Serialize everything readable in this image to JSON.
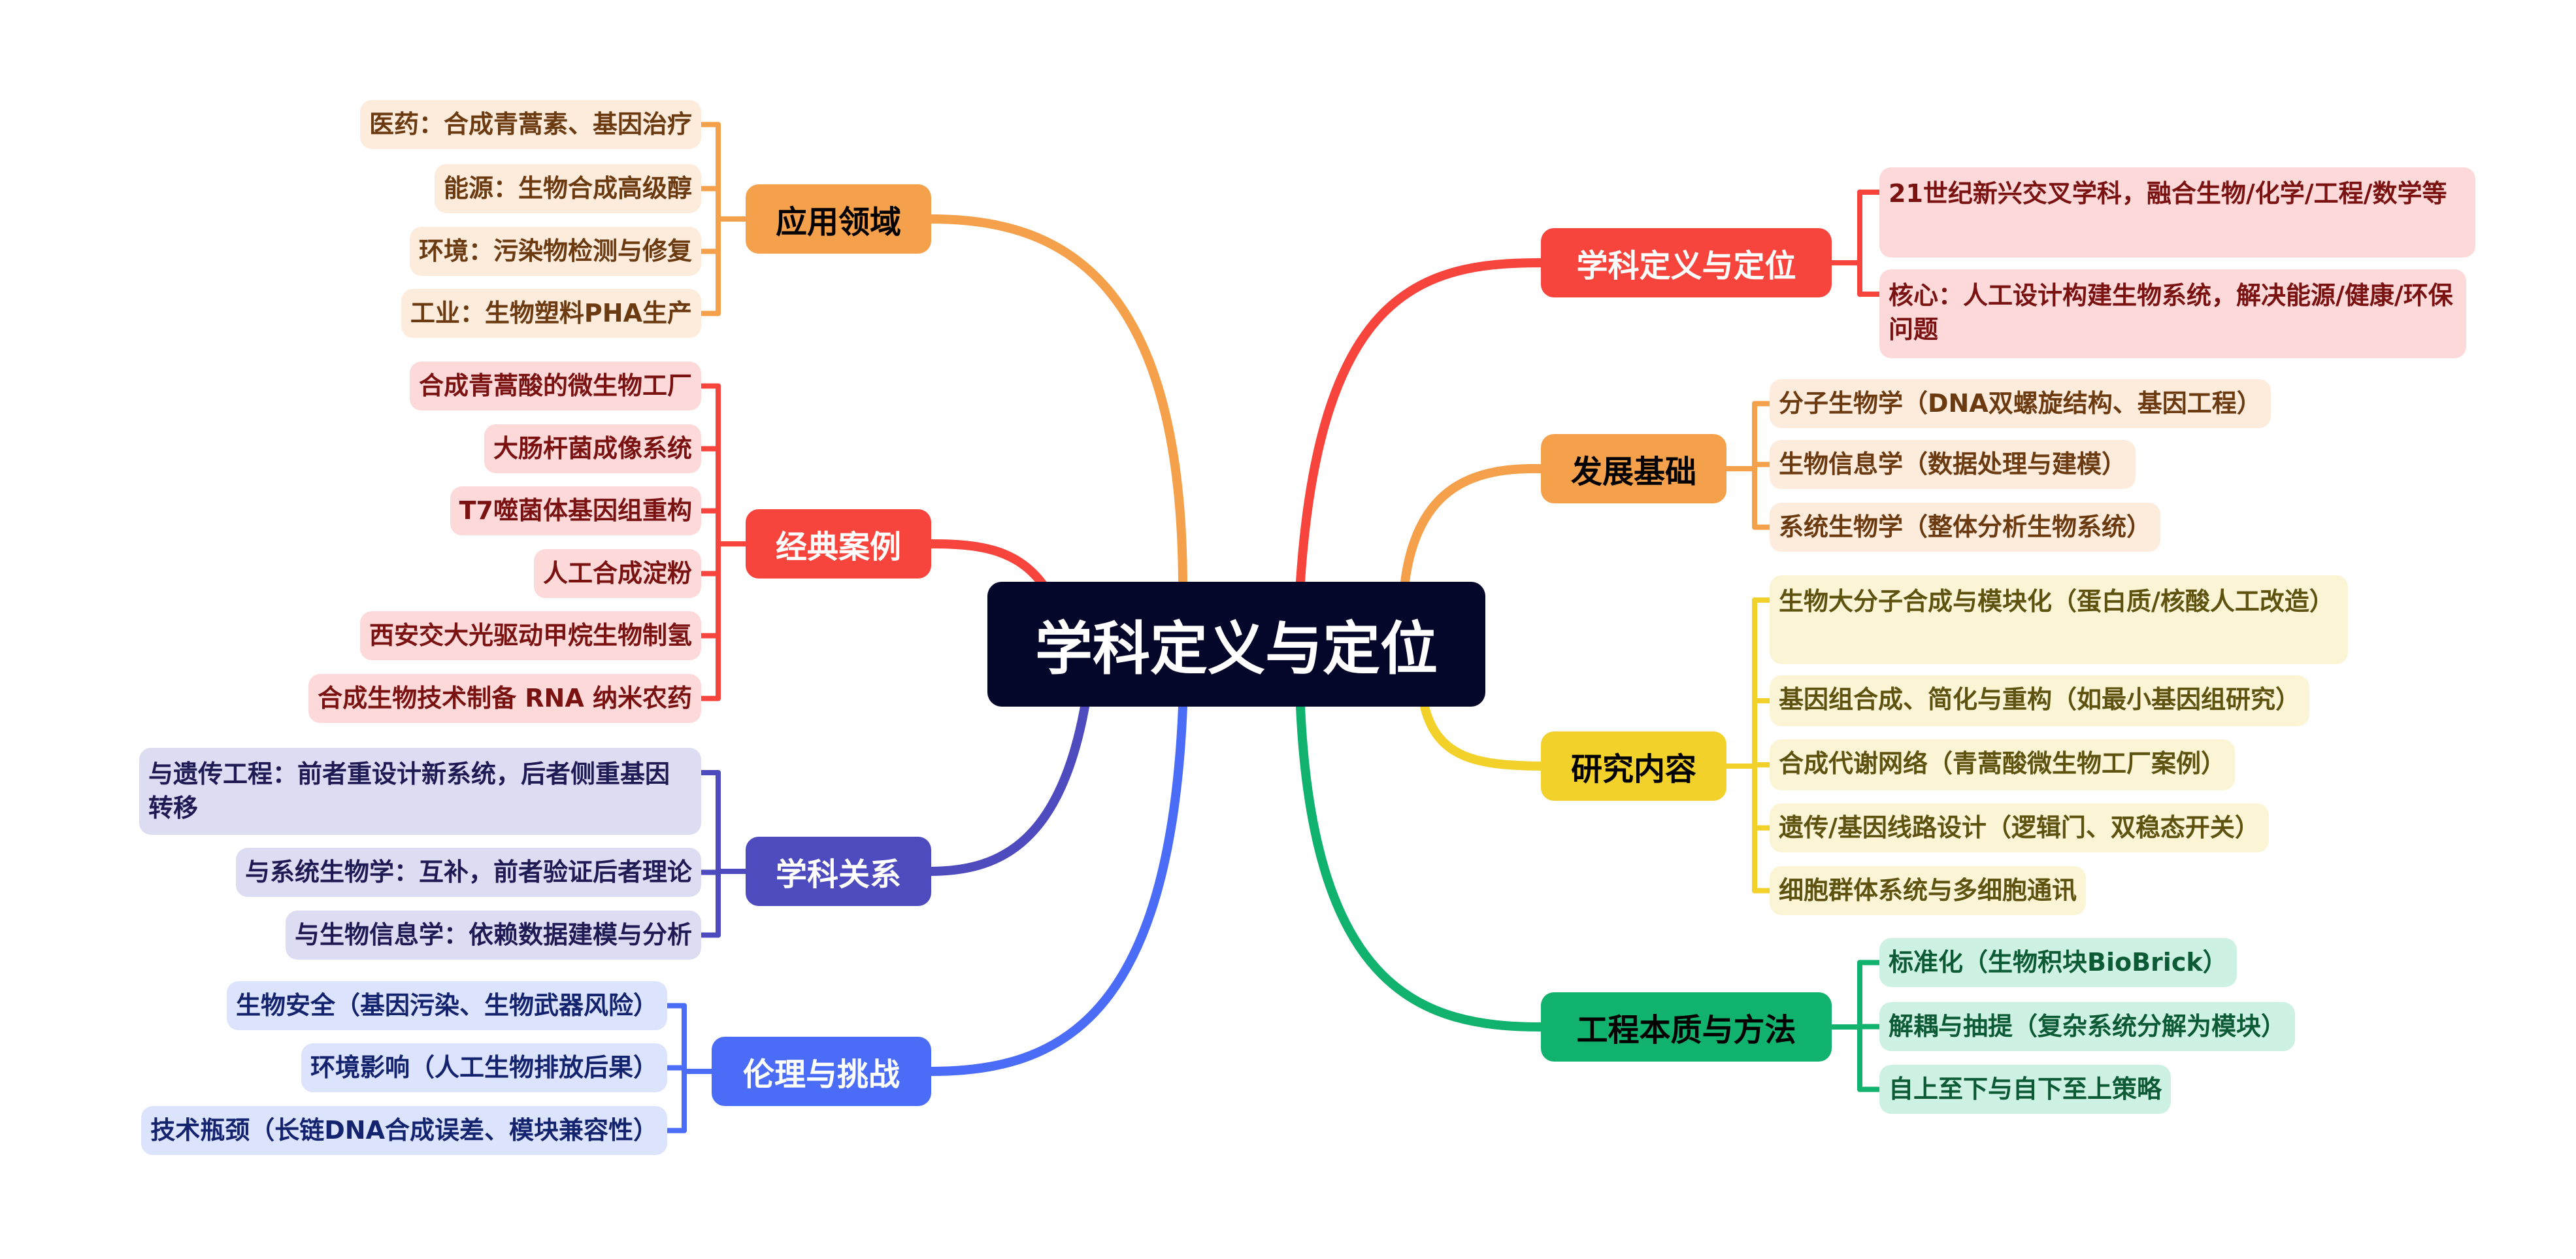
{
  "center": {
    "title": "学科定义与定位",
    "bg": "#05072A",
    "fg": "#FFFFFF"
  },
  "branches": [
    {
      "id": "applications",
      "side": "left",
      "label": "应用领域",
      "color": "#F5A04A",
      "fg": "#000000",
      "leaf_bg": "#FDEBDC",
      "leaf_fg": "#6B3A10",
      "leaves": [
        "医药：合成青蒿素、基因治疗",
        "能源：生物合成高级醇",
        "环境：污染物检测与修复",
        "工业：生物塑料PHA生产"
      ]
    },
    {
      "id": "classic-cases",
      "side": "left",
      "label": "经典案例",
      "color": "#F7453D",
      "fg": "#FFFFFF",
      "leaf_bg": "#FDD9D9",
      "leaf_fg": "#7A1212",
      "leaves": [
        "合成青蒿酸的微生物工厂",
        "大肠杆菌成像系统",
        "T7噬菌体基因组重构",
        "人工合成淀粉",
        "西安交大光驱动甲烷生物制氢",
        "合成生物技术制备 RNA 纳米农药"
      ]
    },
    {
      "id": "relations",
      "side": "left",
      "label": "学科关系",
      "color": "#4E4BBE",
      "fg": "#FFFFFF",
      "leaf_bg": "#DCDCF2",
      "leaf_fg": "#1E1B54",
      "leaves": [
        "与遗传工程：前者重设计新系统，后者侧重基因转移",
        "与系统生物学：互补，前者验证后者理论",
        "与生物信息学：依赖数据建模与分析"
      ]
    },
    {
      "id": "ethics",
      "side": "left",
      "label": "伦理与挑战",
      "color": "#4A6CF7",
      "fg": "#FFFFFF",
      "leaf_bg": "#DCE3FC",
      "leaf_fg": "#14236E",
      "leaves": [
        "生物安全（基因污染、生物武器风险）",
        "环境影响（人工生物排放后果）",
        "技术瓶颈（长链DNA合成误差、模块兼容性）"
      ]
    },
    {
      "id": "definition",
      "side": "right",
      "label": "学科定义与定位",
      "color": "#F7453D",
      "fg": "#FFFFFF",
      "leaf_bg": "#FDD9D9",
      "leaf_fg": "#7A1212",
      "leaves": [
        "21世纪新兴交叉学科，融合生物/化学/工程/数学等",
        "核心：人工设计构建生物系统，解决能源/健康/环保问题"
      ]
    },
    {
      "id": "foundations",
      "side": "right",
      "label": "发展基础",
      "color": "#F5A04A",
      "fg": "#000000",
      "leaf_bg": "#FDEBDC",
      "leaf_fg": "#6B3A10",
      "leaves": [
        "分子生物学（DNA双螺旋结构、基因工程）",
        "生物信息学（数据处理与建模）",
        "系统生物学（整体分析生物系统）"
      ]
    },
    {
      "id": "research",
      "side": "right",
      "label": "研究内容",
      "color": "#F2D22A",
      "fg": "#000000",
      "leaf_bg": "#FCF5D5",
      "leaf_fg": "#5E5210",
      "leaves": [
        "生物大分子合成与模块化（蛋白质/核酸人工改造）",
        "基因组合成、简化与重构（如最小基因组研究）",
        "合成代谢网络（青蒿酸微生物工厂案例）",
        "遗传/基因线路设计（逻辑门、双稳态开关）",
        "细胞群体系统与多细胞通讯"
      ]
    },
    {
      "id": "engineering",
      "side": "right",
      "label": "工程本质与方法",
      "color": "#10B26E",
      "fg": "#000000",
      "leaf_bg": "#CDF1E2",
      "leaf_fg": "#0C5A36",
      "leaves": [
        "标准化（生物积块BioBrick）",
        "解耦与抽提（复杂系统分解为模块）",
        "自上至下与自下至上策略"
      ]
    }
  ]
}
